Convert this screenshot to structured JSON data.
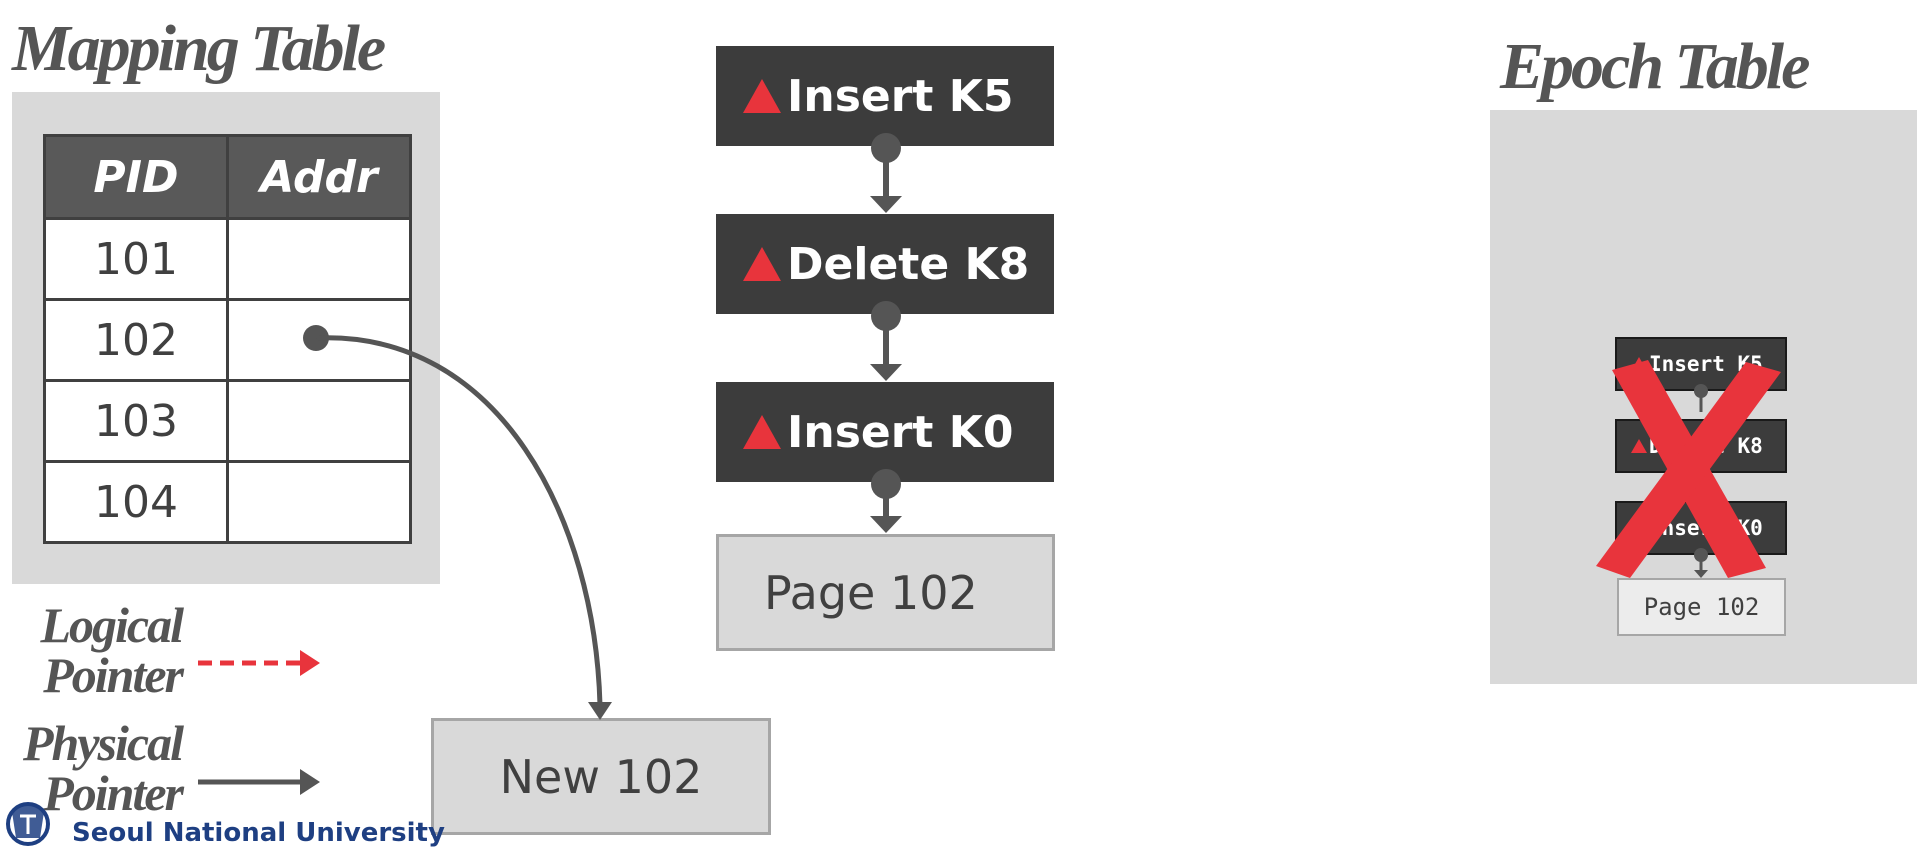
{
  "mapping_table": {
    "title": "Mapping Table",
    "headers": [
      "PID",
      "Addr"
    ],
    "rows": [
      {
        "pid": "101",
        "addr": ""
      },
      {
        "pid": "102",
        "addr": ""
      },
      {
        "pid": "103",
        "addr": ""
      },
      {
        "pid": "104",
        "addr": ""
      }
    ]
  },
  "delta_chain": {
    "records": [
      "Insert K5",
      "Delete K8",
      "Insert K0"
    ],
    "base_page": "Page 102"
  },
  "new_page": "New 102",
  "epoch_table": {
    "title": "Epoch Table",
    "records": [
      "Insert K5",
      "Delete K8",
      "Insert K0"
    ],
    "base_page": "Page 102",
    "crossed_out": true
  },
  "legend": {
    "logical_line1": "Logical",
    "logical_line2": "Pointer",
    "physical_line1": "Physical",
    "physical_line2": "Pointer"
  },
  "logo": {
    "text": "Seoul National University"
  },
  "colors": {
    "accent_red": "#e8343c",
    "dark_box": "#3c3c3c",
    "panel_gray": "#d9d9d9",
    "arrow_gray": "#555555",
    "logo_blue": "#1e3f82"
  }
}
